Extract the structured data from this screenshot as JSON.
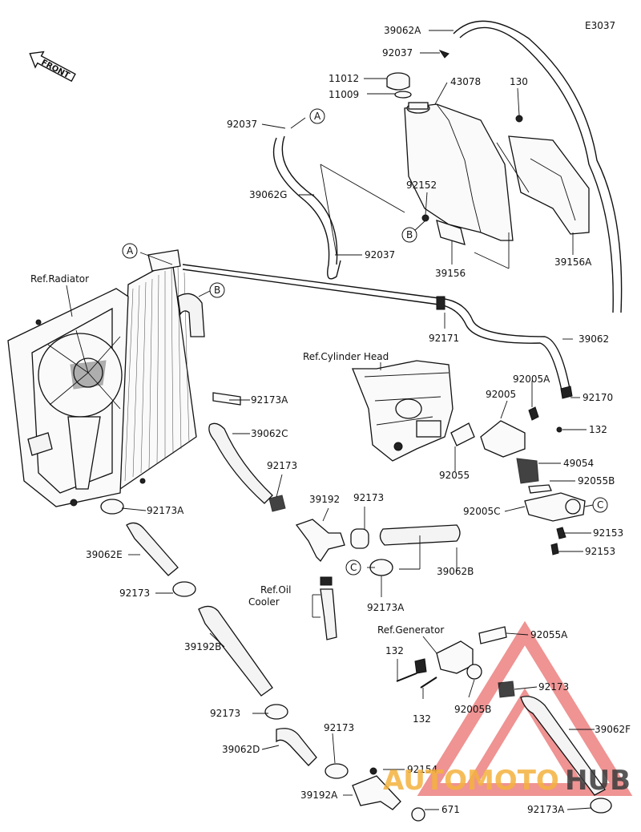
{
  "diagram": {
    "code": "E3037",
    "front_label": "FRONT",
    "watermark": {
      "brand_a": "AUTOMOTO",
      "brand_b": "HUB",
      "color_a": "#f4b23e",
      "color_b": "#3b3b3b",
      "triangle_color": "#e23b3b"
    },
    "part_labels": [
      "39062A",
      "92037",
      "11012",
      "11009",
      "43078",
      "130",
      "92037",
      "39062G",
      "92152",
      "39156A",
      "92037",
      "39156",
      "Ref.Radiator",
      "92171",
      "39062",
      "Ref.Cylinder Head",
      "92005A",
      "92005",
      "92170",
      "132",
      "92173A",
      "39062C",
      "49054",
      "92055B",
      "92055",
      "92173",
      "92173",
      "39192",
      "92005C",
      "92153",
      "92153",
      "92173A",
      "39062E",
      "39062B",
      "92173A",
      "92173",
      "Ref.Oil",
      "Cooler",
      "Ref.Generator",
      "92055A",
      "132",
      "39192B",
      "92173",
      "132",
      "92005B",
      "92173",
      "39062F",
      "39062D",
      "92173",
      "92154",
      "39192A",
      "671",
      "92173A"
    ],
    "callouts": [
      "A",
      "A",
      "B",
      "B",
      "C",
      "C"
    ]
  }
}
